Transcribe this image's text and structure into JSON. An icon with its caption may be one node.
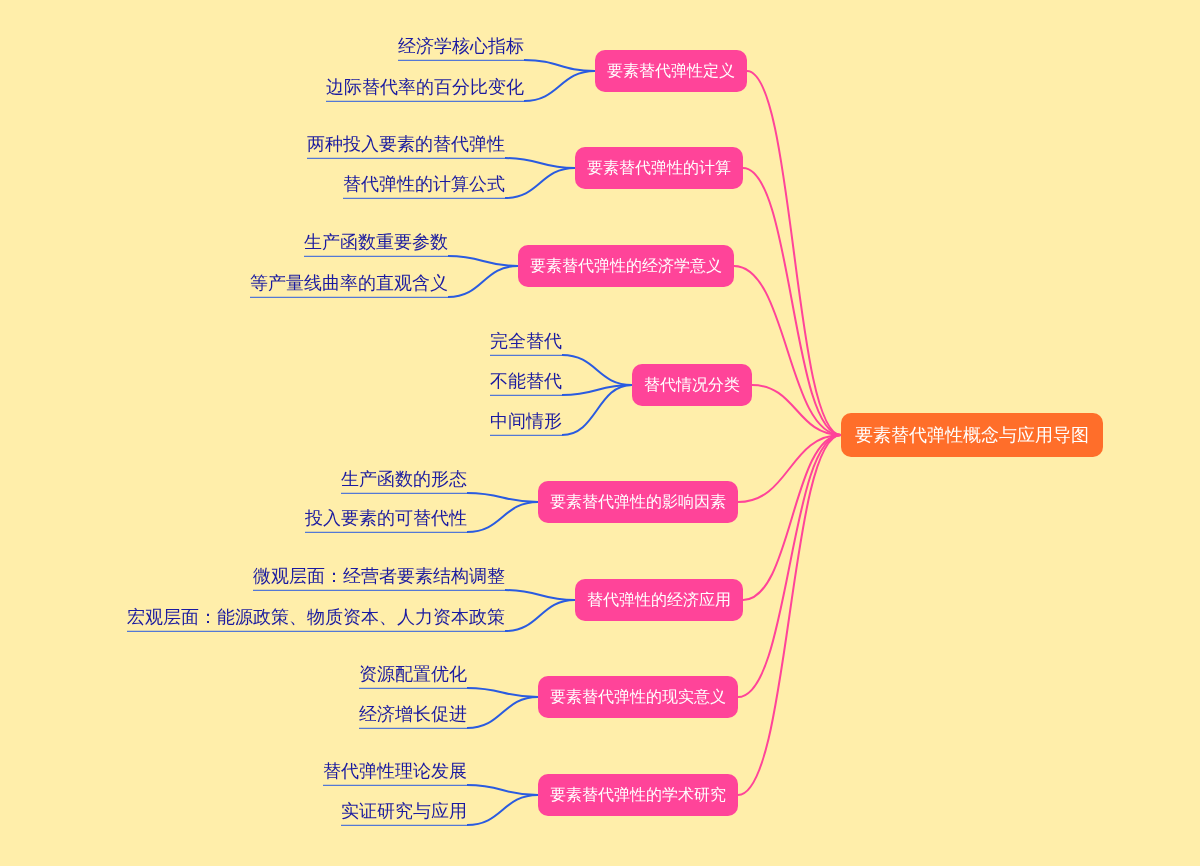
{
  "diagram": {
    "nodes": [
      {
        "text": [
          "要素替代弹性概念与应用导图"
        ]
      },
      {
        "text": [
          "要素替代弹性定义"
        ]
      },
      {
        "text": [
          "经济学核心指标"
        ]
      },
      {
        "text": [
          "边际替代率的百分比变化"
        ]
      },
      {
        "text": [
          "要素替代弹性的计算"
        ]
      },
      {
        "text": [
          "两种投入要素的替代弹性"
        ]
      },
      {
        "text": [
          "替代弹性的计算公式"
        ]
      },
      {
        "text": [
          "要素替代弹性的经济学意义"
        ]
      },
      {
        "text": [
          "生产函数重要参数"
        ]
      },
      {
        "text": [
          "等产量线曲率的直观含义"
        ]
      },
      {
        "text": [
          "替代情况分类"
        ]
      },
      {
        "text": [
          "完全替代"
        ]
      },
      {
        "text": [
          "不能替代"
        ]
      },
      {
        "text": [
          "中间情形"
        ]
      },
      {
        "text": [
          "要素替代弹性的影响因素"
        ]
      },
      {
        "text": [
          "生产函数的形态"
        ]
      },
      {
        "text": [
          "投入要素的可替代性"
        ]
      },
      {
        "text": [
          "替代弹性的经济应用"
        ]
      },
      {
        "text": [
          "微观层面：经营者要素结构调整"
        ]
      },
      {
        "text": [
          "宏观层面：能源政策、物质资本、人力资本政策"
        ]
      },
      {
        "text": [
          "要素替代弹性的现实意义"
        ]
      },
      {
        "text": [
          "资源配置优化"
        ]
      },
      {
        "text": [
          "经济增长促进"
        ]
      },
      {
        "text": [
          "要素替代弹性的学术研究"
        ]
      },
      {
        "text": [
          "替代弹性理论发展"
        ]
      },
      {
        "text": [
          "实证研究与应用"
        ]
      }
    ],
    "edges": [
      {
        "from": 0,
        "to": 1,
        "arrow": "none",
        "color": "#ff4499"
      },
      {
        "from": 1,
        "to": 2,
        "arrow": "none"
      },
      {
        "from": 1,
        "to": 3,
        "arrow": "none"
      },
      {
        "from": 0,
        "to": 4,
        "arrow": "none",
        "color": "#ff4499"
      },
      {
        "from": 4,
        "to": 5,
        "arrow": "none"
      },
      {
        "from": 4,
        "to": 6,
        "arrow": "none"
      },
      {
        "from": 0,
        "to": 7,
        "arrow": "none",
        "color": "#ff4499"
      },
      {
        "from": 7,
        "to": 8,
        "arrow": "none"
      },
      {
        "from": 7,
        "to": 9,
        "arrow": "none"
      },
      {
        "from": 0,
        "to": 10,
        "arrow": "none",
        "color": "#ff4499"
      },
      {
        "from": 10,
        "to": 11,
        "arrow": "none"
      },
      {
        "from": 10,
        "to": 12,
        "arrow": "none"
      },
      {
        "from": 10,
        "to": 13,
        "arrow": "none"
      },
      {
        "from": 0,
        "to": 14,
        "arrow": "none",
        "color": "#ff4499"
      },
      {
        "from": 14,
        "to": 15,
        "arrow": "none"
      },
      {
        "from": 14,
        "to": 16,
        "arrow": "none"
      },
      {
        "from": 0,
        "to": 17,
        "arrow": "none",
        "color": "#ff4499"
      },
      {
        "from": 17,
        "to": 18,
        "arrow": "none"
      },
      {
        "from": 17,
        "to": 19,
        "arrow": "none"
      },
      {
        "from": 0,
        "to": 20,
        "arrow": "none",
        "color": "#ff4499"
      },
      {
        "from": 20,
        "to": 21,
        "arrow": "none"
      },
      {
        "from": 20,
        "to": 22,
        "arrow": "none"
      },
      {
        "from": 0,
        "to": 23,
        "arrow": "none",
        "color": "#ff4499"
      },
      {
        "from": 23,
        "to": 24,
        "arrow": "none"
      },
      {
        "from": 23,
        "to": 25,
        "arrow": "none"
      }
    ]
  }
}
